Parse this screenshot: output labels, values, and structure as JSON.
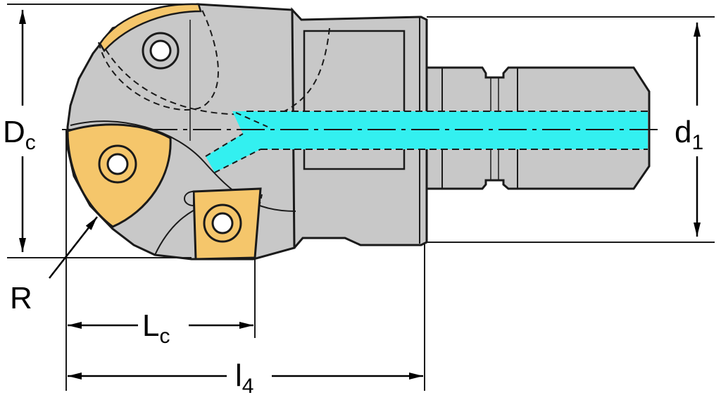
{
  "labels": {
    "dc_main": "D",
    "dc_sub": "c",
    "d1_main": "d",
    "d1_sub": "1",
    "r": "R",
    "lc_main": "L",
    "lc_sub": "c",
    "l4_main": "l",
    "l4_sub": "4"
  },
  "colors": {
    "body": "#c8c8c8",
    "insert": "#f5c66b",
    "coolant": "#33f0f0",
    "outline": "#1a1a1a",
    "background": "#ffffff"
  }
}
